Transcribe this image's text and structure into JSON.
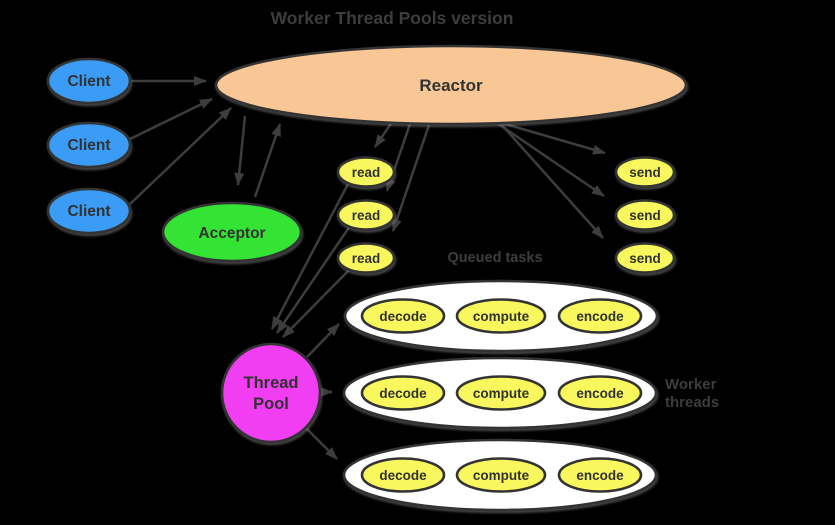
{
  "title": "Worker Thread Pools version",
  "colors": {
    "background": "#000000",
    "client_fill": "#3b9cf5",
    "reactor_fill": "#f9c795",
    "acceptor_fill": "#35e335",
    "task_fill": "#f8f75e",
    "pool_fill": "#f23ef2",
    "worker_row_fill": "#ffffff",
    "node_stroke": "#333333",
    "arrow_color": "#3d3d3d",
    "node_text": "#323232",
    "annotation_text": "#3d3d3d"
  },
  "nodes": {
    "clients": [
      {
        "label": "Client"
      },
      {
        "label": "Client"
      },
      {
        "label": "Client"
      }
    ],
    "reactor": {
      "label": "Reactor"
    },
    "acceptor": {
      "label": "Acceptor"
    },
    "read_handlers": [
      {
        "label": "read"
      },
      {
        "label": "read"
      },
      {
        "label": "read"
      }
    ],
    "send_handlers": [
      {
        "label": "send"
      },
      {
        "label": "send"
      },
      {
        "label": "send"
      }
    ],
    "thread_pool": {
      "label_line1": "Thread",
      "label_line2": "Pool"
    },
    "worker_rows": [
      {
        "tasks": [
          {
            "label": "decode"
          },
          {
            "label": "compute"
          },
          {
            "label": "encode"
          }
        ]
      },
      {
        "tasks": [
          {
            "label": "decode"
          },
          {
            "label": "compute"
          },
          {
            "label": "encode"
          }
        ]
      },
      {
        "tasks": [
          {
            "label": "decode"
          },
          {
            "label": "compute"
          },
          {
            "label": "encode"
          }
        ]
      }
    ]
  },
  "annotations": {
    "queued_tasks": "Queued tasks",
    "worker_threads_line1": "Worker",
    "worker_threads_line2": "threads"
  }
}
